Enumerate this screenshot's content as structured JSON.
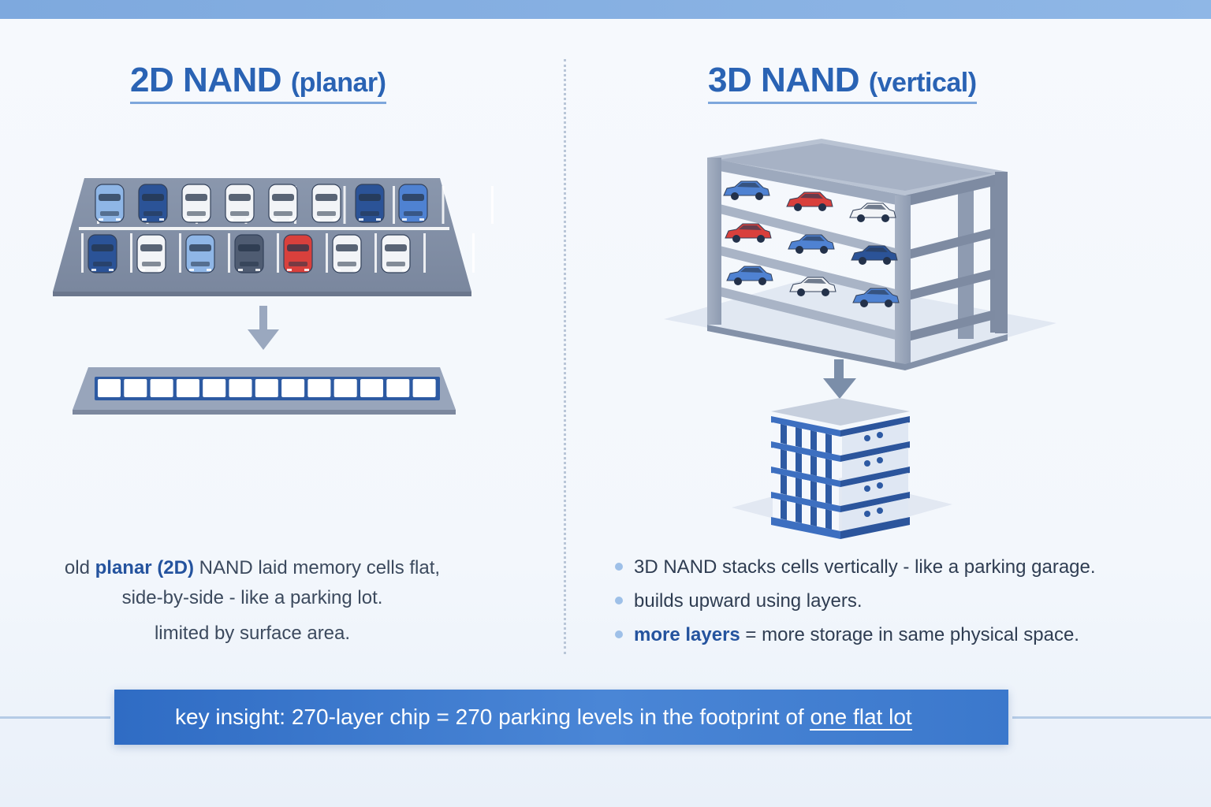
{
  "left": {
    "title_main": "2D NAND",
    "title_sub": "(planar)",
    "desc_pre": "old ",
    "desc_hl": "planar (2D)",
    "desc_post": " NAND laid memory cells flat,",
    "desc_line2": "side-by-side - like a parking lot.",
    "desc_line3": "limited by surface area."
  },
  "right": {
    "title_main": "3D NAND",
    "title_sub": "(vertical)",
    "bullet1": "3D NAND stacks cells vertically - like a parking garage.",
    "bullet2": "builds upward using layers.",
    "bullet3_hl": "more layers",
    "bullet3_rest": " = more storage in same physical space."
  },
  "banner": {
    "text": "key insight: 270-layer chip = 270 parking levels in the footprint of ",
    "underlined": "one flat lot"
  },
  "colors": {
    "accent": "#2a63b4",
    "banner": "#3a76cc",
    "car_blue": "#4f82d2",
    "car_navy": "#2b5397",
    "car_white": "#f2f4f7",
    "car_red": "#d9403c",
    "structure": "#8e9bb1"
  },
  "parking_lot": {
    "rows": [
      [
        "light-blue",
        "navy",
        "white",
        "white",
        "white",
        "white",
        "navy",
        "blue"
      ],
      [
        "navy",
        "white",
        "light-blue",
        "dark-gray",
        "red",
        "white",
        "white"
      ]
    ]
  },
  "garage": {
    "levels": [
      [
        "blue",
        "red",
        "white"
      ],
      [
        "red",
        "blue",
        "navy"
      ],
      [
        "blue",
        "white",
        "blue"
      ]
    ]
  },
  "memory_strip": {
    "cells": 13
  },
  "chip": {
    "layers": 4
  }
}
